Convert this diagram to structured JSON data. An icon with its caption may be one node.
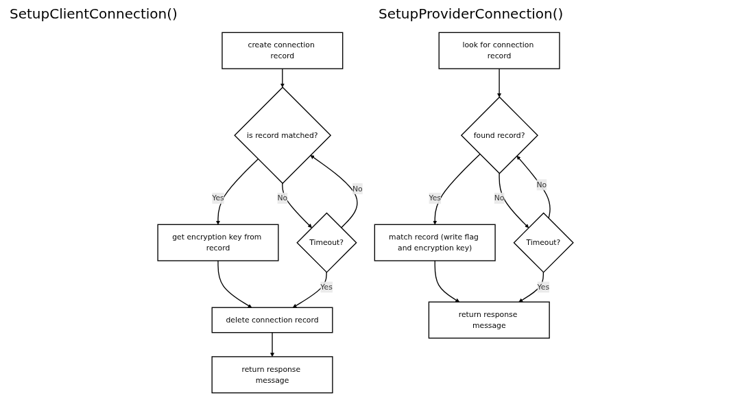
{
  "diagram": {
    "nodes": [
      {
        "text": [
          "create connection record"
        ]
      },
      {
        "text": [
          "is record matched?"
        ]
      },
      {
        "text": [
          "Timeout?"
        ]
      },
      {
        "text": [
          "get encryption key from record"
        ]
      },
      {
        "text": [
          "delete connection record"
        ]
      },
      {
        "text": [
          "return response message"
        ]
      },
      {
        "text": [
          "look for connection record"
        ]
      },
      {
        "text": [
          "found record?"
        ]
      },
      {
        "text": [
          "Timeout?"
        ]
      },
      {
        "text": [
          "match record (write flag and encryption key)"
        ]
      },
      {
        "text": [
          "return response message"
        ]
      }
    ],
    "edges": [
      {
        "from": 0,
        "to": 1,
        "arrow": "to"
      },
      {
        "from": 1,
        "to": 2,
        "arrow": "to",
        "label": "No"
      },
      {
        "from": 2,
        "to": 1,
        "arrow": "to",
        "label": "No"
      },
      {
        "from": 1,
        "to": 3,
        "arrow": "to",
        "label": "Yes"
      },
      {
        "from": 3,
        "to": 4,
        "arrow": "to"
      },
      {
        "from": 2,
        "to": 4,
        "arrow": "to",
        "label": "Yes"
      },
      {
        "from": 4,
        "to": 5,
        "arrow": "to"
      },
      {
        "from": 6,
        "to": 7,
        "arrow": "to"
      },
      {
        "from": 7,
        "to": 8,
        "arrow": "to",
        "label": "No"
      },
      {
        "from": 8,
        "to": 7,
        "arrow": "to",
        "label": "No"
      },
      {
        "from": 7,
        "to": 9,
        "arrow": "to",
        "label": "Yes"
      },
      {
        "from": 9,
        "to": 10,
        "arrow": "to"
      },
      {
        "from": 8,
        "to": 10,
        "arrow": "to",
        "label": "Yes"
      }
    ],
    "labels": [
      "SetupClientConnection()",
      "SetupProviderConnection()"
    ]
  }
}
